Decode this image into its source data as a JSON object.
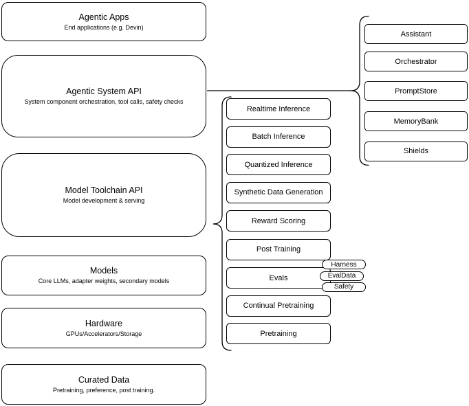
{
  "diagram": {
    "colors": {
      "stroke": "#000000",
      "background": "#ffffff",
      "text": "#000000"
    },
    "left_column": {
      "boxes": [
        {
          "title": "Agentic Apps",
          "subtitle": "End applications (e.g. Devin)"
        },
        {
          "title": "Agentic System API",
          "subtitle": "System component orchestration, tool calls, safety checks"
        },
        {
          "title": "Model Toolchain API",
          "subtitle": "Model development & serving"
        },
        {
          "title": "Models",
          "subtitle": "Core LLMs, adapter weights, secondary models"
        },
        {
          "title": "Hardware",
          "subtitle": "GPUs/Accelerators/Storage"
        },
        {
          "title": "Curated Data",
          "subtitle": "Pretraining, preference, post training."
        }
      ]
    },
    "toolchain_column": {
      "boxes": [
        {
          "label": "Realtime Inference"
        },
        {
          "label": "Batch Inference"
        },
        {
          "label": "Quantized Inference"
        },
        {
          "label": "Synthetic Data Generation"
        },
        {
          "label": "Reward Scoring"
        },
        {
          "label": "Post Training"
        },
        {
          "label": "Evals"
        },
        {
          "label": "Continual Pretraining"
        },
        {
          "label": "Pretraining"
        }
      ],
      "eval_pills": [
        {
          "label": "Harness"
        },
        {
          "label": "EvalData"
        },
        {
          "label": "Safety"
        }
      ]
    },
    "system_column": {
      "boxes": [
        {
          "label": "Assistant"
        },
        {
          "label": "Orchestrator"
        },
        {
          "label": "PromptStore"
        },
        {
          "label": "MemoryBank"
        },
        {
          "label": "Shields"
        }
      ]
    }
  }
}
